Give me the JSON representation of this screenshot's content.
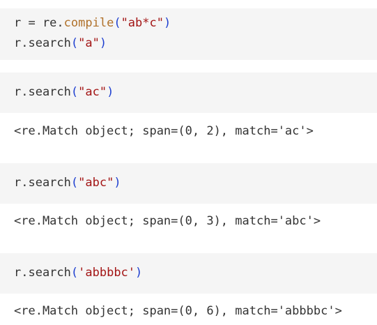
{
  "blocks": [
    {
      "lines": [
        {
          "prefix": "r = re.",
          "fn": "compile",
          "open": "(",
          "str": "\"ab*c\"",
          "close": ")"
        },
        {
          "prefix": "r.search",
          "fn": "",
          "open": "(",
          "str": "\"a\"",
          "close": ")"
        }
      ],
      "output": ""
    },
    {
      "lines": [
        {
          "prefix": "r.search",
          "fn": "",
          "open": "(",
          "str": "\"ac\"",
          "close": ")"
        }
      ],
      "output": "<re.Match object; span=(0, 2), match='ac'>"
    },
    {
      "lines": [
        {
          "prefix": "r.search",
          "fn": "",
          "open": "(",
          "str": "\"abc\"",
          "close": ")"
        }
      ],
      "output": "<re.Match object; span=(0, 3), match='abc'>"
    },
    {
      "lines": [
        {
          "prefix": "r.search",
          "fn": "",
          "open": "(",
          "str": "'abbbbc'",
          "close": ")"
        }
      ],
      "output": "<re.Match object; span=(0, 6), match='abbbbc'>"
    }
  ],
  "colors": {
    "code_background": "#f5f5f5",
    "function": "#b0712a",
    "paren": "#1e3fd0",
    "string": "#a31515",
    "text": "#333333"
  }
}
